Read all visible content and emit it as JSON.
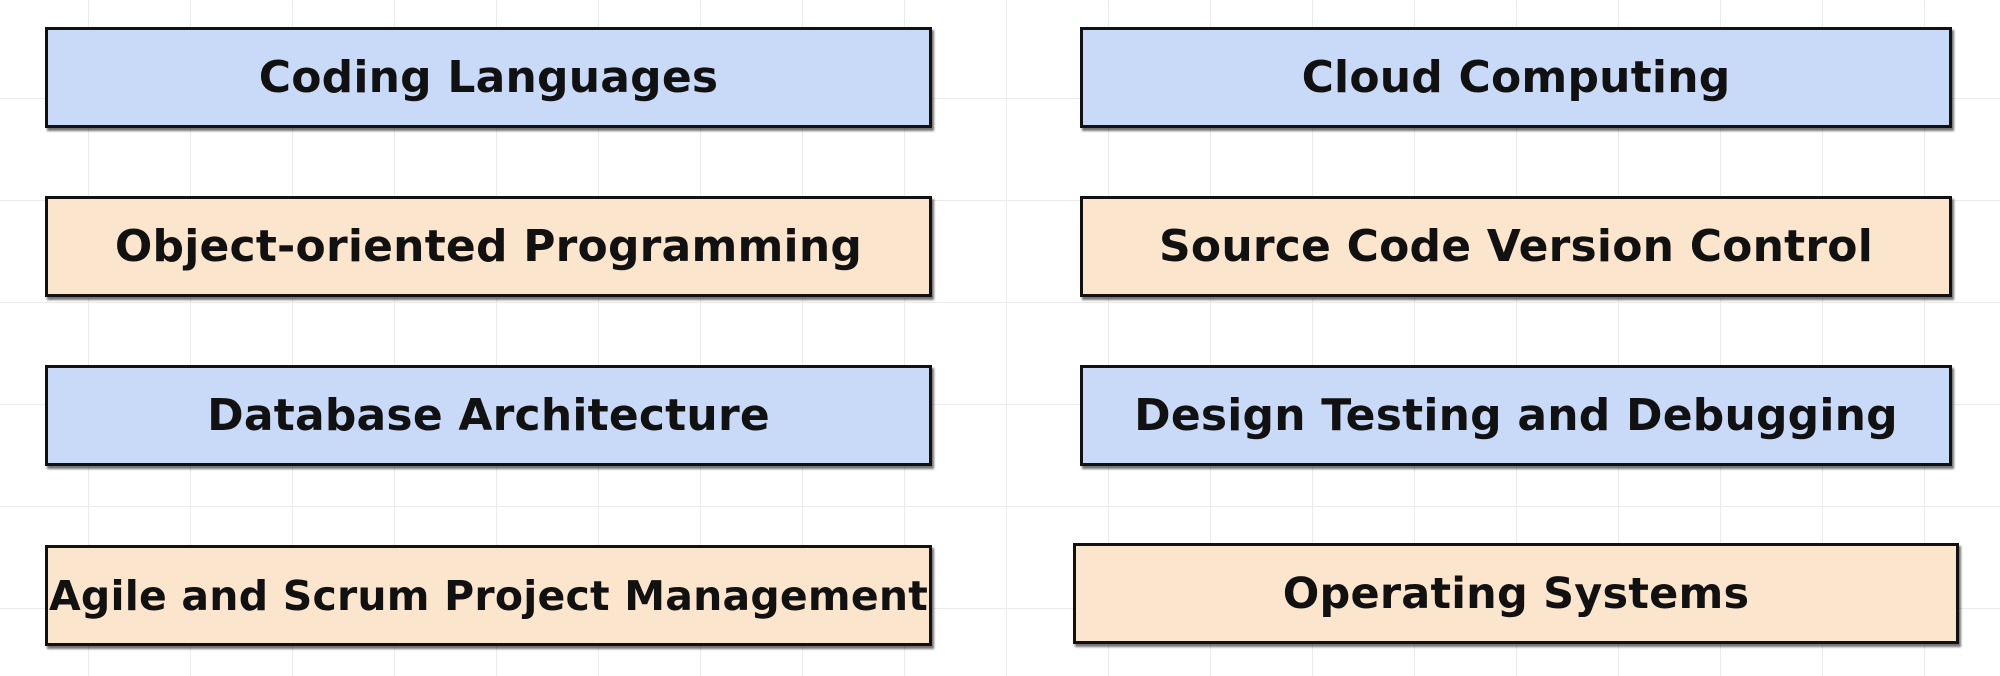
{
  "colors": {
    "blue_fill": "#c9daf8",
    "peach_fill": "#fce5cd",
    "border": "#111111",
    "text": "#111111",
    "grid": "#ebebeb"
  },
  "cards": [
    {
      "label": "Coding Languages",
      "fill": "blue"
    },
    {
      "label": "Cloud Computing",
      "fill": "blue"
    },
    {
      "label": "Object-oriented Programming",
      "fill": "peach"
    },
    {
      "label": "Source Code Version Control",
      "fill": "peach"
    },
    {
      "label": "Database Architecture",
      "fill": "blue"
    },
    {
      "label": "Design Testing and Debugging",
      "fill": "blue"
    },
    {
      "label": "Agile and Scrum Project Management",
      "fill": "peach"
    },
    {
      "label": "Operating Systems",
      "fill": "peach"
    }
  ]
}
